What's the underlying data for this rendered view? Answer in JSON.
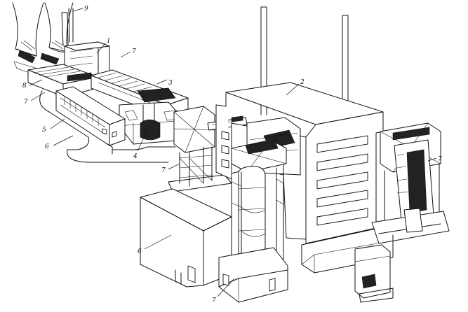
{
  "figure": {
    "background": "#ffffff",
    "line_color": "#111111",
    "labels": {
      "l9": "9",
      "l1": "1",
      "l7a": "7",
      "l8": "8",
      "l7b": "7",
      "l3": "3",
      "l2": "2",
      "l5": "5",
      "l6a": "6",
      "l4": "4",
      "l7c": "7",
      "l7d": "7",
      "l6b": "6",
      "l7e": "7"
    }
  }
}
